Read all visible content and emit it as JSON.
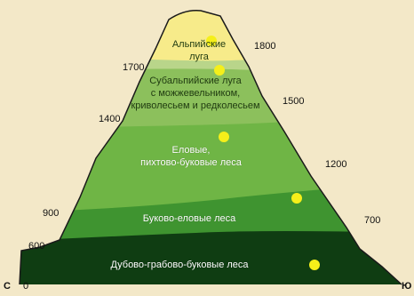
{
  "zones": [
    {
      "id": "alpine",
      "label_lines": [
        "Альпийские",
        "луга"
      ],
      "color": "#f7eb8a"
    },
    {
      "id": "subalpine",
      "label_lines": [
        "Субальпийские луга",
        "с можжевельником,",
        "криволесьем и редколесьем"
      ],
      "color": "#b9d58a"
    },
    {
      "id": "spruce",
      "label_lines": [
        "Еловые,",
        "пихтово-буковые леса"
      ],
      "color": "#6fb545"
    },
    {
      "id": "beech",
      "label_lines": [
        "Буково-еловые леса"
      ],
      "color": "#3f9430"
    },
    {
      "id": "oak",
      "label_lines": [
        "Дубово-грабово-буковые леса"
      ],
      "color": "#0f3d12"
    }
  ],
  "altitudes_left": [
    "1700",
    "1400",
    "900",
    "600",
    "0"
  ],
  "altitudes_right": [
    "1800",
    "1500",
    "1200",
    "700"
  ],
  "directions": {
    "north": "С",
    "south": "Ю"
  },
  "colors": {
    "background": "#f3e8c8",
    "dot": "#f5ef1a",
    "outline": "#1a1a1a"
  }
}
